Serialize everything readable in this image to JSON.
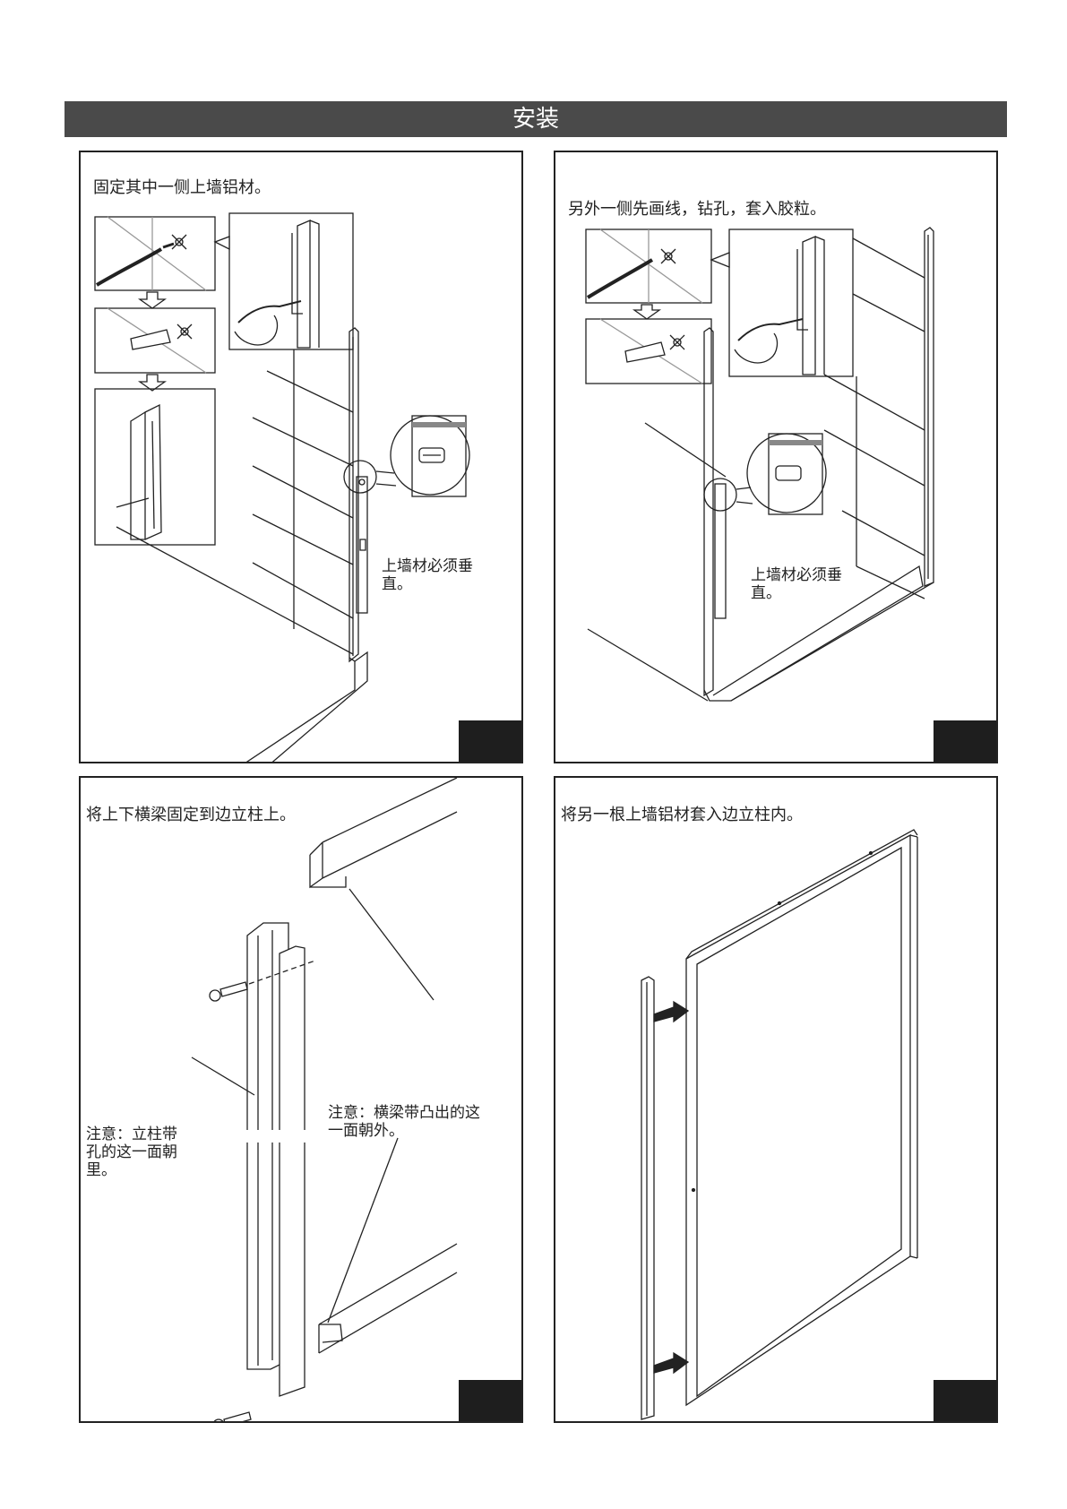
{
  "header": {
    "title": "安装"
  },
  "panels": [
    {
      "caption": "固定其中一侧上墙铝材。",
      "note": "上墙材必须垂\n直。"
    },
    {
      "caption": "另外一侧先画线，钻孔，套入胶粒。",
      "note": "上墙材必须垂\n直。"
    },
    {
      "caption": "将上下横梁固定到边立柱上。",
      "note_left": "注意：立柱带\n孔的这一面朝\n里。",
      "note_right": "注意：横梁带凸出的这\n一面朝外。"
    },
    {
      "caption": "将另一根上墙铝材套入边立柱内。"
    }
  ]
}
